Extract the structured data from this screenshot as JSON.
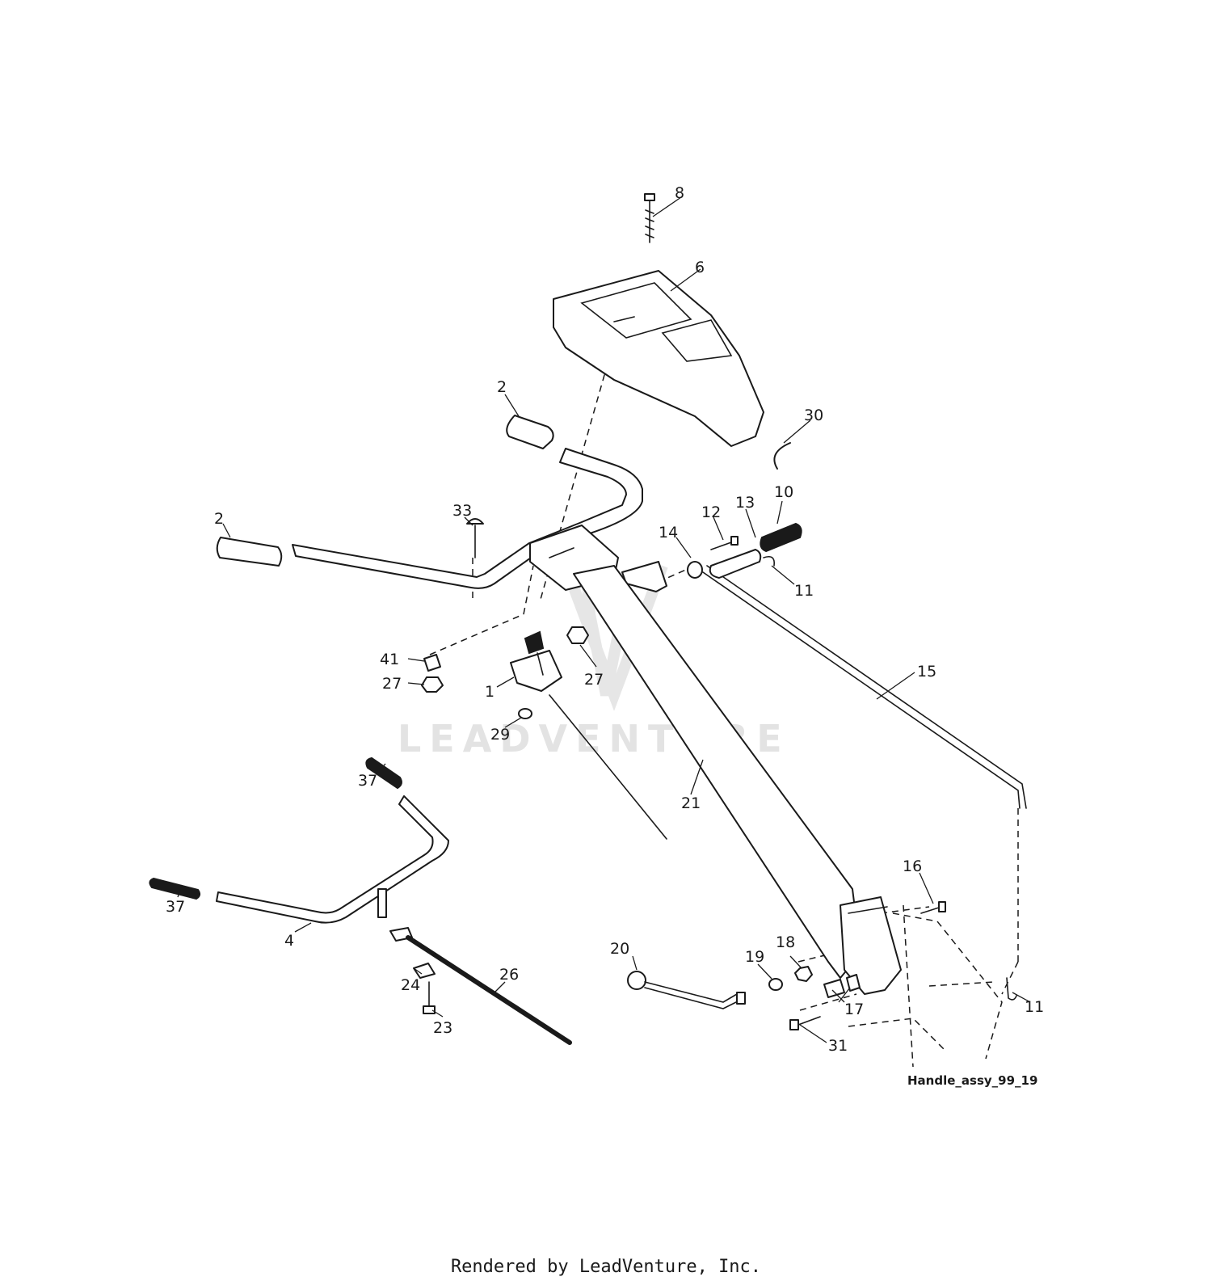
{
  "diagram": {
    "figure_id": "Handle_assy_99_19",
    "watermark": "LEADVENTURE",
    "callouts": [
      "8",
      "6",
      "2",
      "30",
      "10",
      "12",
      "13",
      "33",
      "2",
      "14",
      "11",
      "41",
      "27",
      "27",
      "15",
      "1",
      "29",
      "37",
      "21",
      "37",
      "4",
      "16",
      "20",
      "18",
      "19",
      "24",
      "26",
      "17",
      "11",
      "23",
      "31"
    ]
  },
  "footer": {
    "text": "Rendered by LeadVenture, Inc."
  }
}
